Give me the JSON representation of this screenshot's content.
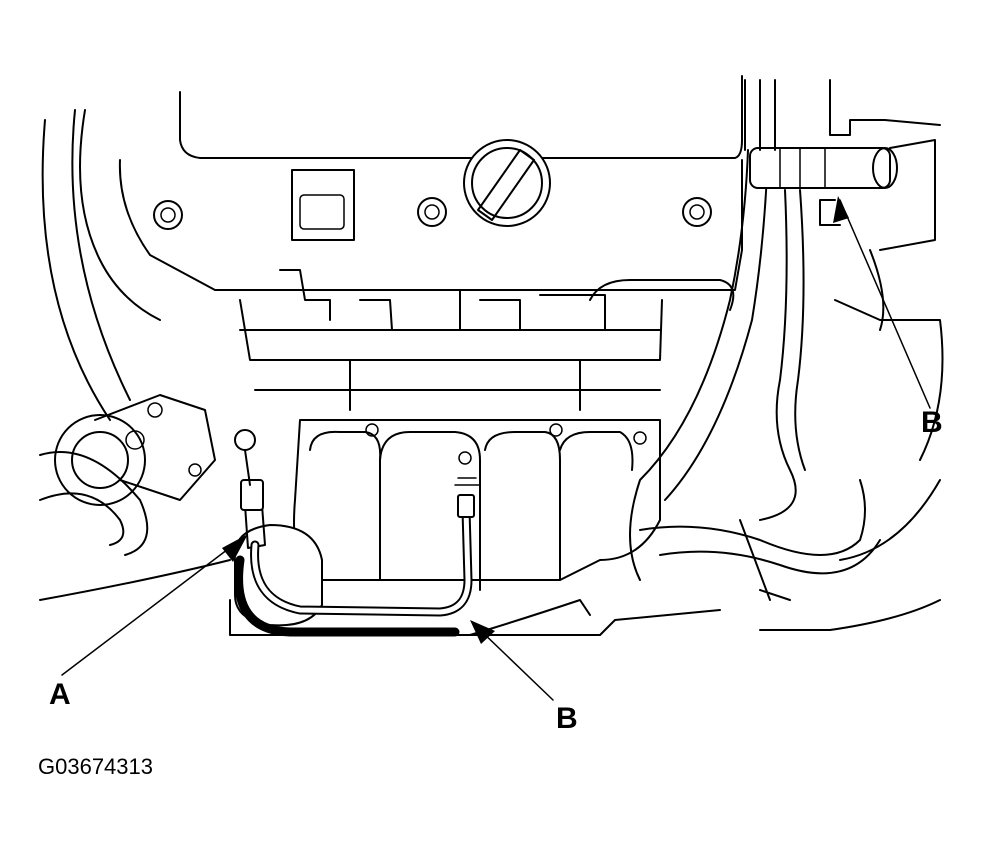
{
  "figure": {
    "id_text": "G03674313"
  },
  "callouts": {
    "a": "A",
    "b_bottom": "B",
    "b_right": "B"
  }
}
